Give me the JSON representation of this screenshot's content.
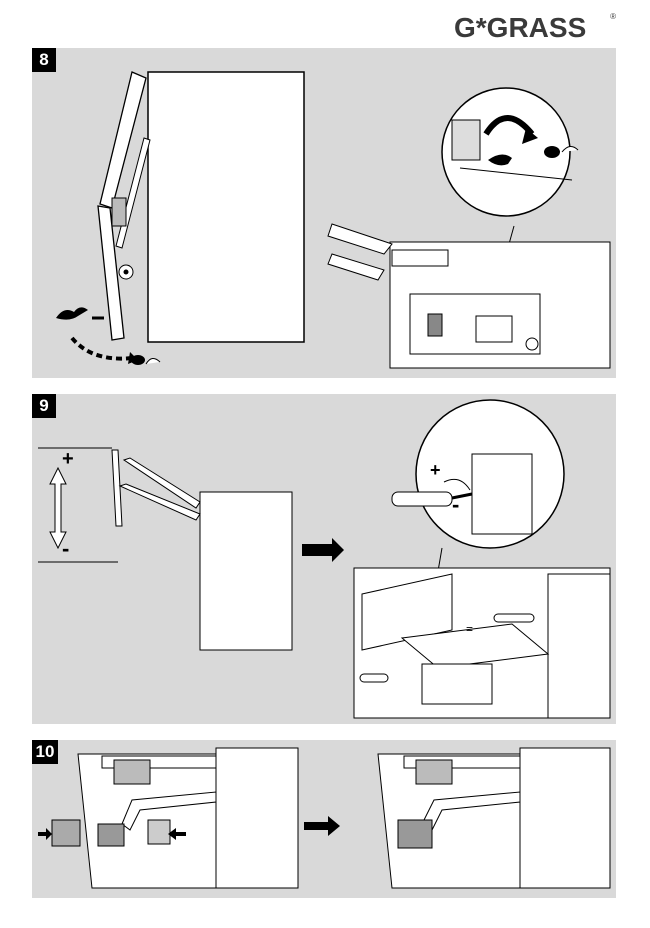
{
  "brand": {
    "name": "G*GRASS",
    "registered_mark": "®"
  },
  "steps": [
    {
      "number": "8"
    },
    {
      "number": "9",
      "plus_label": "+",
      "minus_label": "-",
      "detail_plus": "+",
      "detail_minus": "-",
      "equal_mark": "="
    },
    {
      "number": "10"
    }
  ]
}
